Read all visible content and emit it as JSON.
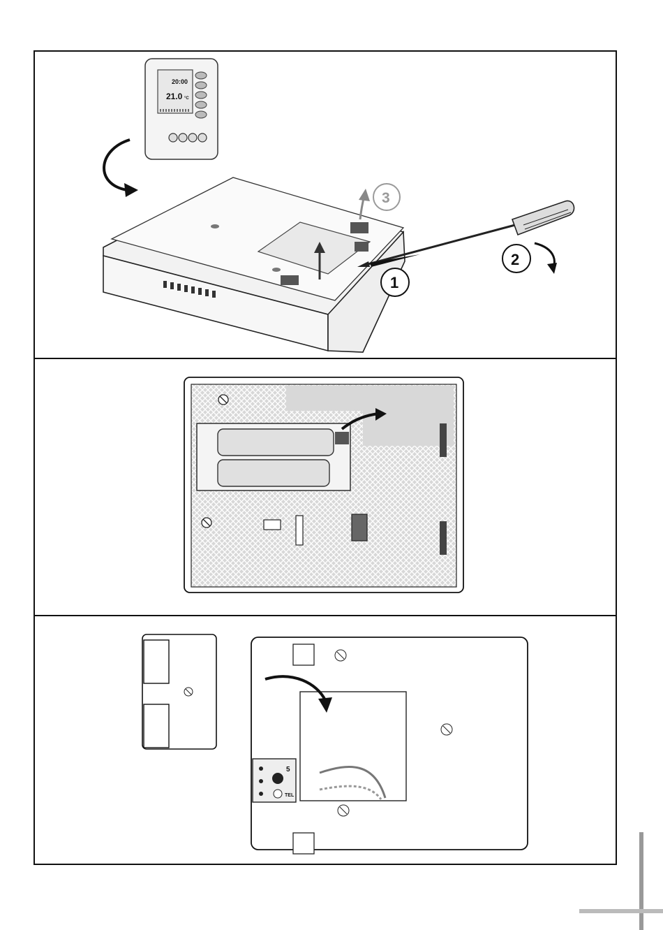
{
  "steps": {
    "step1": "1",
    "step2": "2",
    "step3": "3"
  },
  "display": {
    "time": "20:00",
    "temperature": "21.0",
    "unit": "°C"
  },
  "terminal": {
    "label_top": "5",
    "label_bottom": "TEL"
  },
  "colors": {
    "line": "#111111",
    "panel_grey": "#d8d8d8",
    "dark_grey": "#555555",
    "faded_step": "#9a9a9a"
  }
}
